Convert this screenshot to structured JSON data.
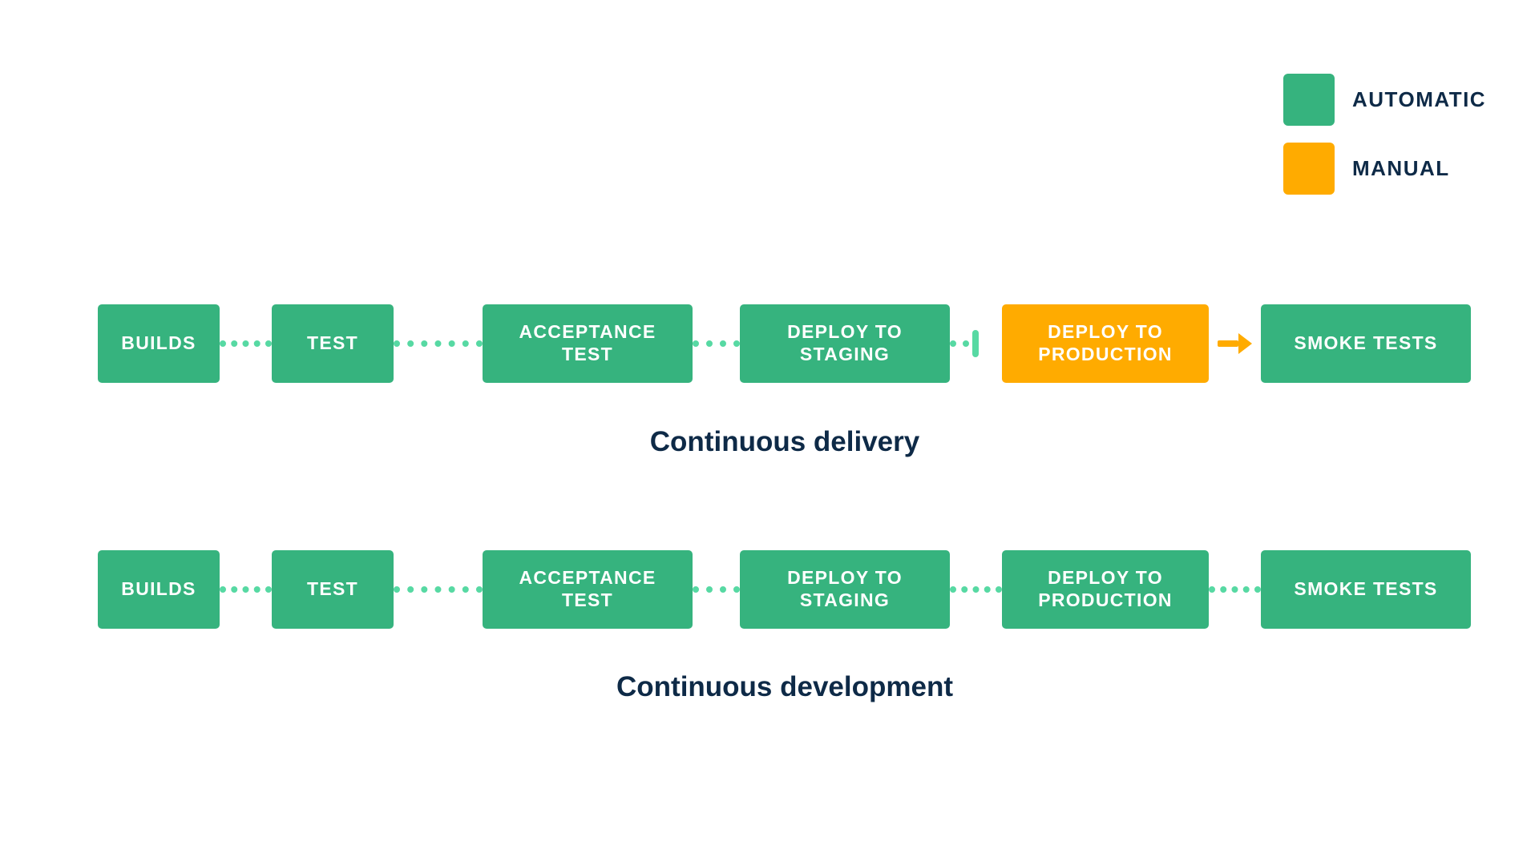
{
  "colors": {
    "automatic": "#36B37E",
    "manual": "#FFAB00",
    "dots": "#57D9A3",
    "navy": "#0E2A47",
    "boxtext": "#FFFFFF"
  },
  "legend": {
    "items": [
      {
        "label": "AUTOMATIC",
        "type": "automatic"
      },
      {
        "label": "MANUAL",
        "type": "manual"
      }
    ]
  },
  "pipelines": [
    {
      "caption": "Continuous delivery",
      "boxes": [
        {
          "label": "BUILDS",
          "type": "automatic"
        },
        {
          "label": "TEST",
          "type": "automatic"
        },
        {
          "label": "ACCEPTANCE TEST",
          "type": "automatic"
        },
        {
          "label": "DEPLOY TO STAGING",
          "type": "automatic"
        },
        {
          "label": "DEPLOY TO PRODUCTION",
          "type": "manual"
        },
        {
          "label": "SMOKE TESTS",
          "type": "automatic"
        }
      ],
      "connectors": [
        "dotted",
        "dotted",
        "dotted",
        "dotted-gate",
        "arrow"
      ]
    },
    {
      "caption": "Continuous development",
      "boxes": [
        {
          "label": "BUILDS",
          "type": "automatic"
        },
        {
          "label": "TEST",
          "type": "automatic"
        },
        {
          "label": "ACCEPTANCE TEST",
          "type": "automatic"
        },
        {
          "label": "DEPLOY TO STAGING",
          "type": "automatic"
        },
        {
          "label": "DEPLOY TO PRODUCTION",
          "type": "automatic"
        },
        {
          "label": "SMOKE TESTS",
          "type": "automatic"
        }
      ],
      "connectors": [
        "dotted",
        "dotted",
        "dotted",
        "dotted",
        "dotted"
      ]
    }
  ]
}
